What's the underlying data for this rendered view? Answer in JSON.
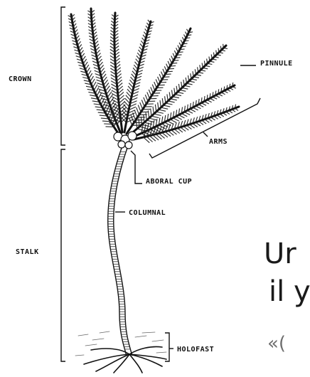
{
  "labels": {
    "crown": "CROWN",
    "stalk": "STALK",
    "pinnule": "PINNULE",
    "arms": "ARMS",
    "aboral_cup": "ABORAL CUP",
    "columnal": "COLUMNAL",
    "holofast": "HOLOFAST"
  },
  "overlay": {
    "line1": "Ur",
    "line2": "il y",
    "quote": "«("
  },
  "colors": {
    "ink": "#111111",
    "overlay_text": "#1a1a1a",
    "quote_text": "#6f6f6f"
  }
}
